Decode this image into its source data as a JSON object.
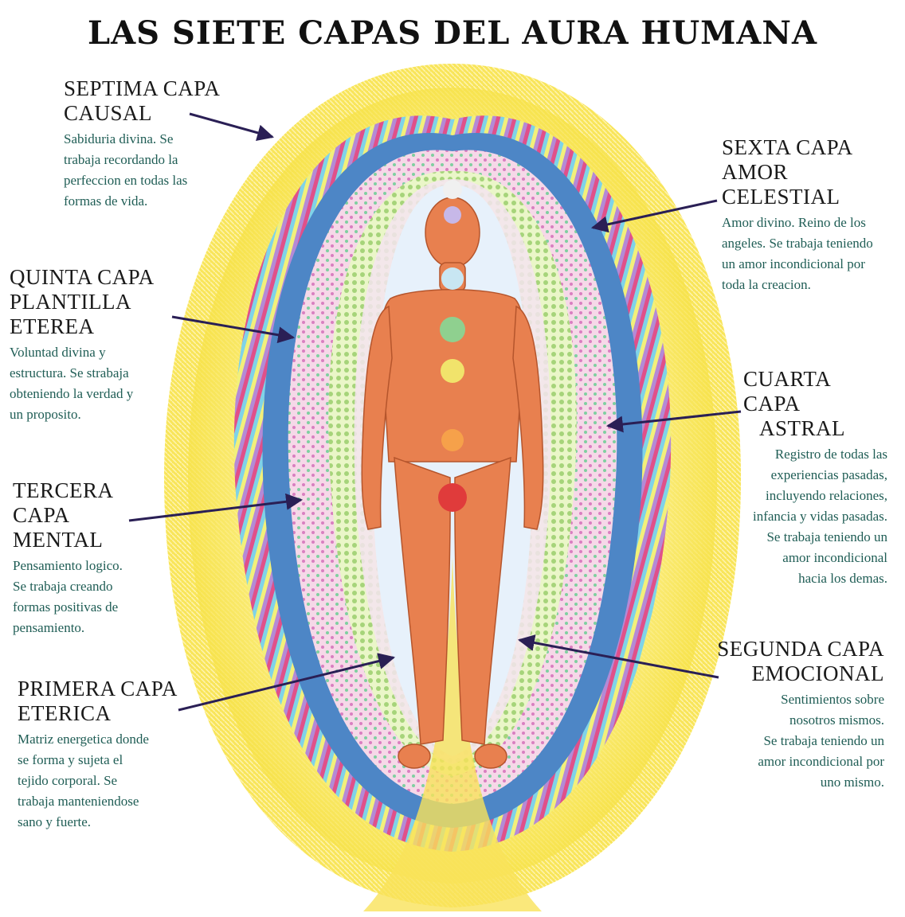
{
  "title": "LAS SIETE CAPAS DEL AURA HUMANA",
  "colors": {
    "heading": "#1a1a1a",
    "description": "#1f5d55",
    "arrow": "#2a1f55",
    "aura_outer": "#f7e24a",
    "aura_blue": "#4d86c6",
    "aura_pink": "#e0508a",
    "body": "#e8804f"
  },
  "layers": [
    {
      "id": "septima",
      "heading1": "SEPTIMA CAPA",
      "heading2": "CAUSAL",
      "desc": [
        "Sabiduria divina. Se",
        "trabaja recordando la",
        "perfeccion en todas las",
        "formas de vida."
      ]
    },
    {
      "id": "sexta",
      "heading1": "SEXTA CAPA",
      "heading2": "AMOR CELESTIAL",
      "desc": [
        "Amor divino. Reino de los",
        "angeles. Se trabaja teniendo",
        "un amor incondicional por",
        "toda la creacion."
      ]
    },
    {
      "id": "quinta",
      "heading1": "QUINTA CAPA",
      "heading2": "PLANTILLA ETEREA",
      "desc": [
        "Voluntad divina y",
        "estructura. Se strabaja",
        "obteniendo la verdad y",
        "un proposito."
      ]
    },
    {
      "id": "cuarta",
      "heading1": "CUARTA CAPA",
      "heading2": "ASTRAL",
      "desc": [
        "Registro de todas las",
        "experiencias pasadas,",
        "incluyendo relaciones,",
        "infancia y vidas pasadas.",
        "Se trabaja teniendo un",
        "amor incondicional",
        "hacia los demas."
      ]
    },
    {
      "id": "tercera",
      "heading1": "TERCERA CAPA",
      "heading2": "MENTAL",
      "desc": [
        "Pensamiento logico.",
        "Se trabaja creando",
        "formas positivas de",
        "pensamiento."
      ]
    },
    {
      "id": "segunda",
      "heading1": "SEGUNDA CAPA",
      "heading2": "EMOCIONAL",
      "desc": [
        "Sentimientos sobre",
        "nosotros mismos.",
        "Se trabaja teniendo un",
        "amor incondicional por",
        "uno mismo."
      ]
    },
    {
      "id": "primera",
      "heading1": "PRIMERA CAPA",
      "heading2": "ETERICA",
      "desc": [
        "Matriz energetica donde",
        "se forma y sujeta el",
        "tejido corporal. Se",
        "trabaja manteniendose",
        "sano y fuerte."
      ]
    }
  ]
}
